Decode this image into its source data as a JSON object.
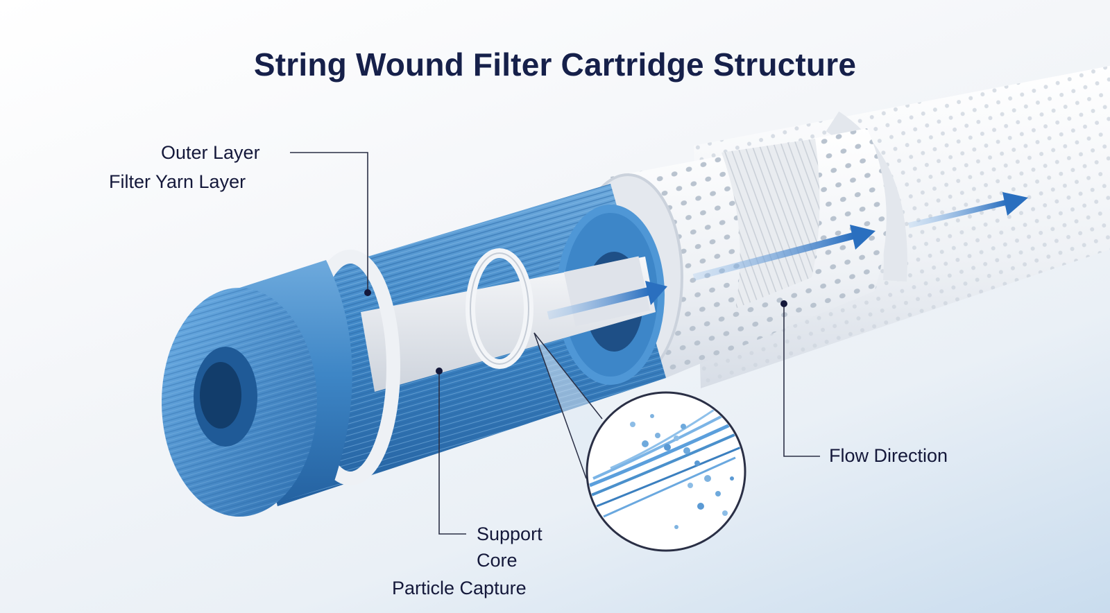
{
  "title": "String Wound Filter Cartridge Structure",
  "labels": {
    "outer_layer": "Outer Layer",
    "filter_yarn_layer": "Filter Yarn  Layer",
    "flow_direction": "Flow Direction",
    "support": "Support",
    "core": "Core",
    "particle_capture": "Particle Capture"
  },
  "colors": {
    "title": "#16204a",
    "yarn_blue": "#4a90cc",
    "yarn_dark": "#1f5e9c",
    "mesh_white": "#f2f4f7",
    "arrow_blue": "#2a6fbf",
    "leader_line": "#2a2f45"
  }
}
